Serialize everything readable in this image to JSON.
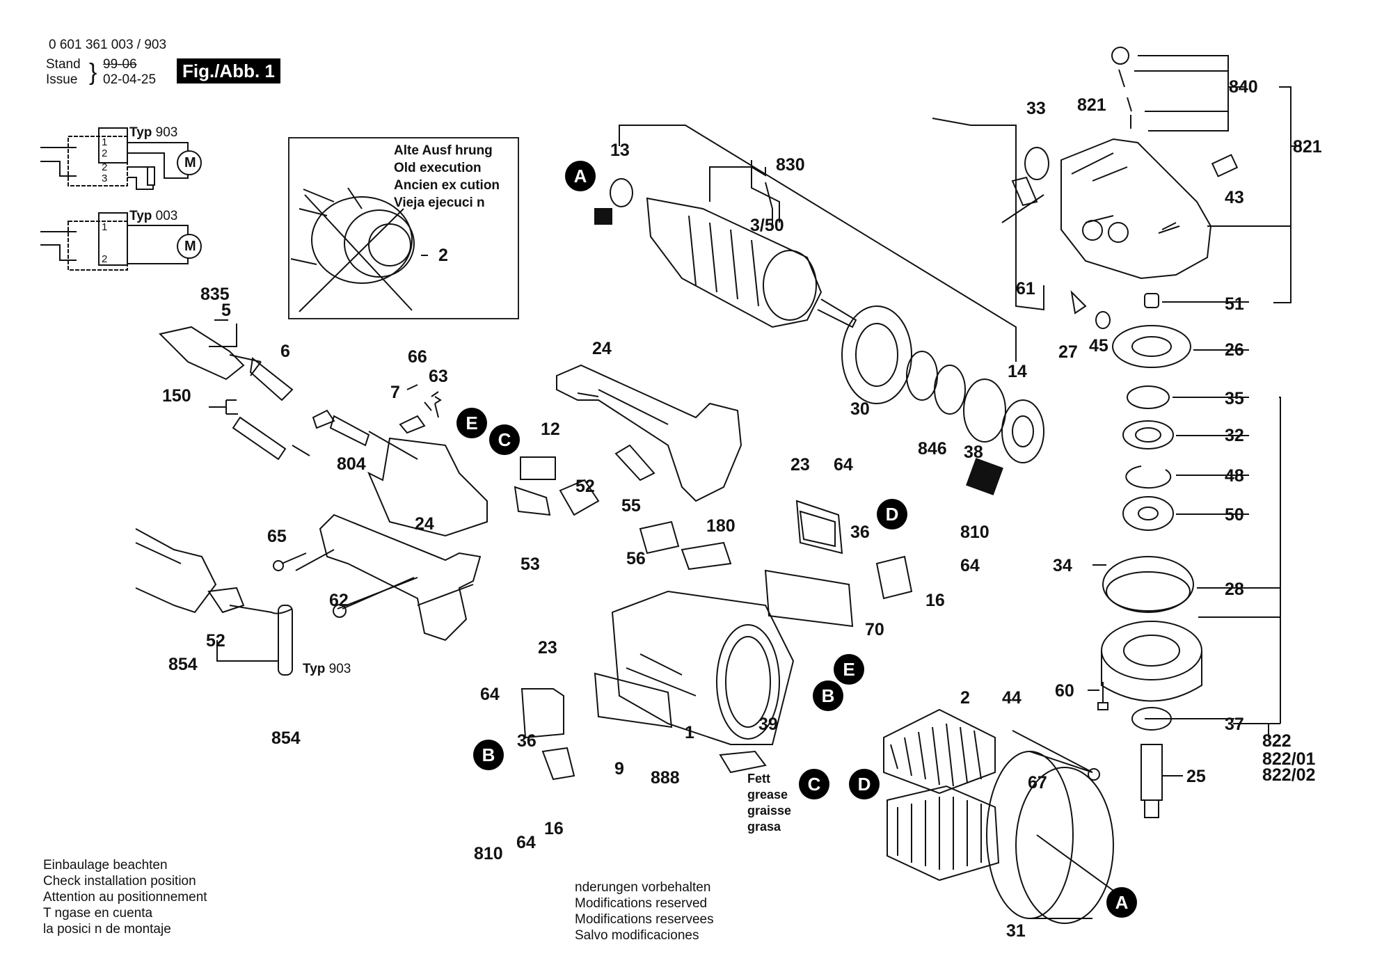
{
  "header": {
    "part_number": "0 601 361 003 / 903",
    "stand_label": "Stand",
    "stand_value_struck": "99-06",
    "issue_label": "Issue",
    "issue_value": "02-04-25",
    "figure_label": "Fig./Abb. 1"
  },
  "wiring": [
    {
      "type_label": "Typ",
      "type_value": "903",
      "motor": "M",
      "terminals": [
        "1",
        "2",
        "2",
        "3"
      ]
    },
    {
      "type_label": "Typ",
      "type_value": "003",
      "motor": "M",
      "terminals": [
        "1",
        "2"
      ]
    }
  ],
  "old_execution": {
    "lines": [
      "Alte Ausf hrung",
      "Old execution",
      "Ancien ex cution",
      "Vieja ejecuci n"
    ],
    "part": "2"
  },
  "connectors": [
    "A",
    "B",
    "C",
    "D",
    "E"
  ],
  "callouts": {
    "p835": "835",
    "p5": "5",
    "p6": "6",
    "p150": "150",
    "p66": "66",
    "p63": "63",
    "p7": "7",
    "p804": "804",
    "p24a": "24",
    "p24b": "24",
    "p12": "12",
    "p52a": "52",
    "p53": "53",
    "p55": "55",
    "p65": "65",
    "p62": "62",
    "p52b": "52",
    "p854a": "854",
    "p854b": "854",
    "typ903_label": "Typ",
    "typ903_value": "903",
    "p13": "13",
    "p830": "830",
    "p350": "3/50",
    "p30": "30",
    "p846": "846",
    "p38": "38",
    "p14": "14",
    "p33": "33",
    "p61": "61",
    "p27": "27",
    "p45": "45",
    "p821a": "821",
    "p840": "840",
    "p821b": "821",
    "p43": "43",
    "p51": "51",
    "p26": "26",
    "p35": "35",
    "p32": "32",
    "p48": "48",
    "p50": "50",
    "p34": "34",
    "p28": "28",
    "p60": "60",
    "p37": "37",
    "p822": "822",
    "p822_01": "822/01",
    "p822_02": "822/02",
    "p25": "25",
    "p23a": "23",
    "p64a": "64",
    "p36a": "36",
    "p810a": "810",
    "p64b": "64",
    "p16a": "16",
    "p70": "70",
    "p56": "56",
    "p180": "180",
    "p1": "1",
    "p9": "9",
    "p888": "888",
    "p39": "39",
    "p23b": "23",
    "p64c": "64",
    "p36b": "36",
    "p16b": "16",
    "p64d": "64",
    "p810b": "810",
    "p2": "2",
    "p44": "44",
    "p67": "67",
    "p31": "31"
  },
  "grease_note": [
    "Fett",
    "grease",
    "graisse",
    "grasa"
  ],
  "install_note": [
    "Einbaulage beachten",
    "Check installation position",
    "Attention au positionnement",
    "T ngase en cuenta",
    "la posici n de montaje"
  ],
  "modifications_note": [
    " nderungen vorbehalten",
    "Modifications reserved",
    "Modifications reservees",
    "Salvo modificaciones"
  ]
}
